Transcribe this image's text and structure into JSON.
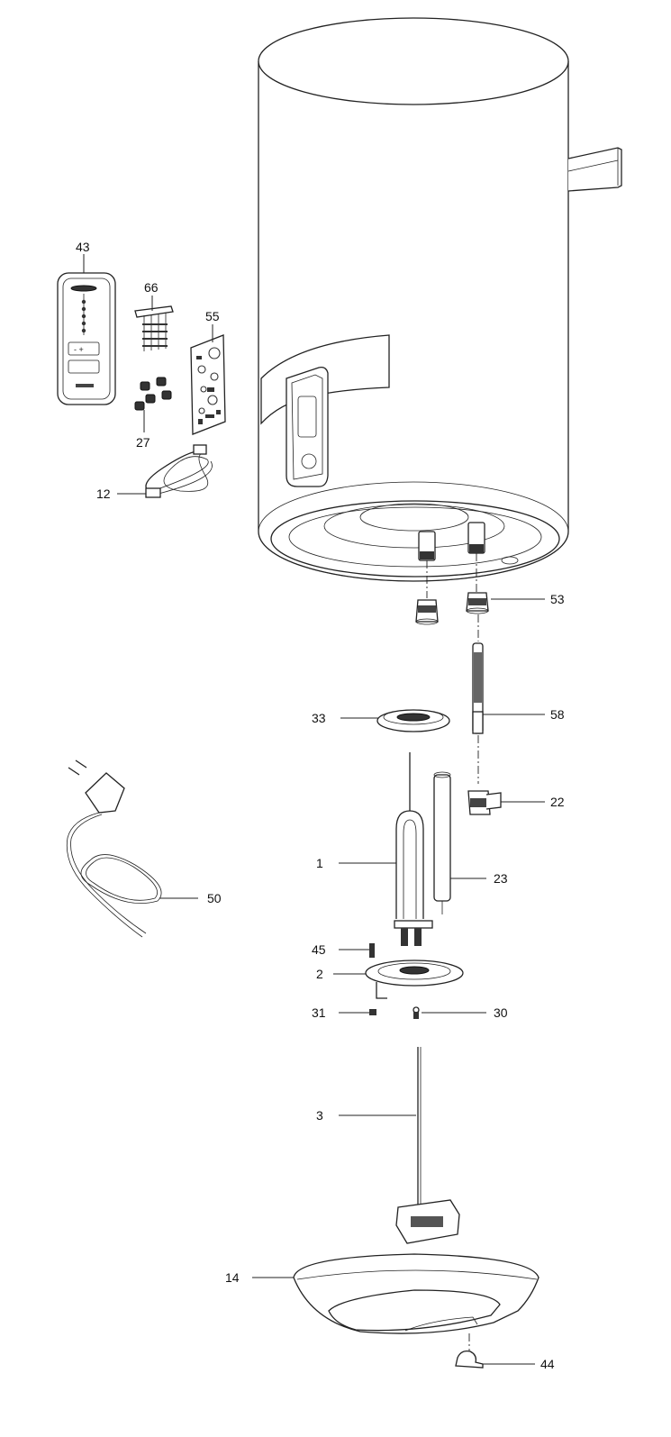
{
  "diagram": {
    "labels": {
      "p1": "1",
      "p2": "2",
      "p3": "3",
      "p12": "12",
      "p14": "14",
      "p22": "22",
      "p23": "23",
      "p27": "27",
      "p30": "30",
      "p31": "31",
      "p33": "33",
      "p43": "43",
      "p44": "44",
      "p45": "45",
      "p50": "50",
      "p53": "53",
      "p55": "55",
      "p58": "58",
      "p66": "66"
    }
  }
}
